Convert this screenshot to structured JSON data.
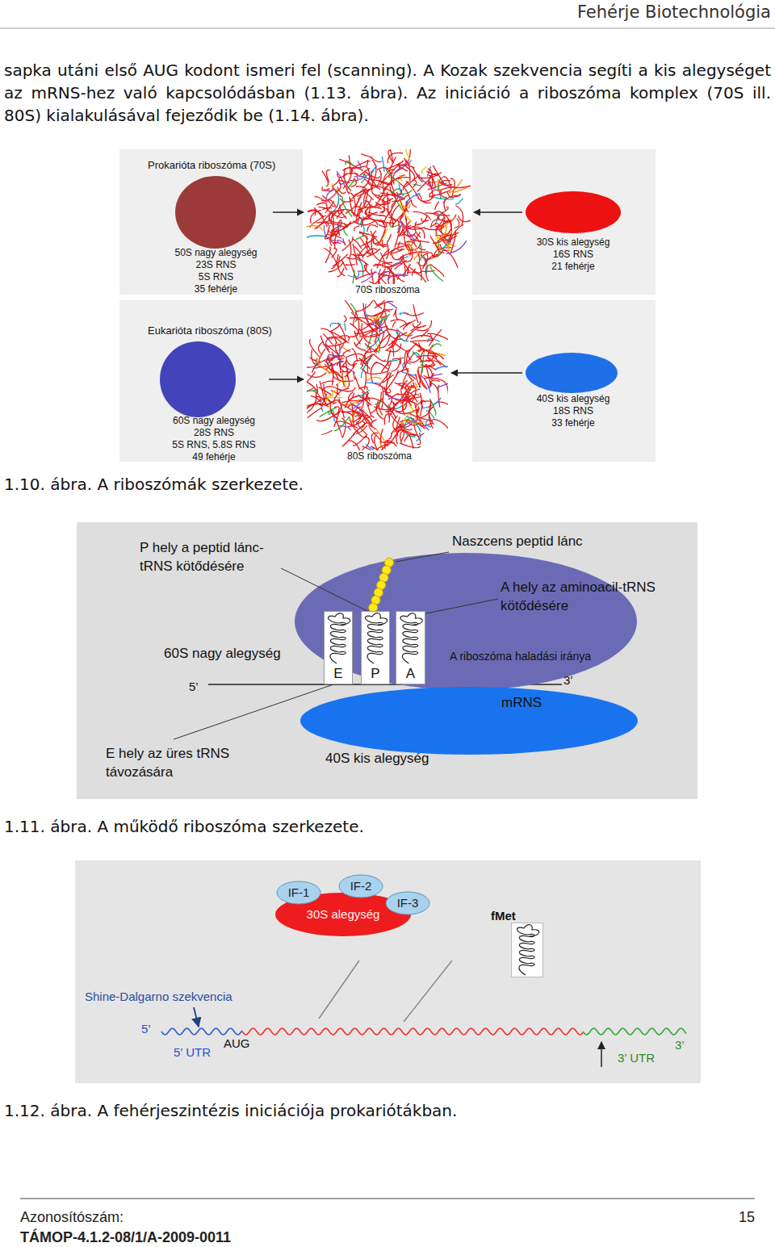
{
  "diagram": {
    "nodes": [
      {
        "text": [
          "50S nagy alegység",
          "23S RNS",
          "5S RNS",
          "35 fehérje"
        ]
      },
      {
        "text": [
          "70S riboszóma"
        ]
      },
      {
        "text": [
          "30S kis alegység",
          "16S RNS",
          "21 fehérje"
        ]
      },
      {
        "text": [
          "60S nagy alegység",
          "28S RNS",
          "5S RNS, 5.8S RNS",
          "49 fehérje"
        ]
      },
      {
        "text": [
          "80S riboszóma"
        ]
      },
      {
        "text": [
          "40S kis alegység",
          "18S RNS",
          "33 fehérje"
        ]
      },
      {
        "text": [
          "60S nagy alegység"
        ]
      },
      {
        "text": [
          "E"
        ],
        "in": 6
      },
      {
        "text": [
          "P"
        ],
        "in": 6
      },
      {
        "text": [
          "A"
        ],
        "in": 6
      },
      {
        "text": [
          "40S kis alegység"
        ]
      },
      {
        "text": [
          "30S alegység"
        ]
      },
      {
        "text": [
          "IF-1"
        ]
      },
      {
        "text": [
          "IF-2"
        ]
      },
      {
        "text": [
          "IF-3"
        ]
      },
      {
        "text": [
          "fMet"
        ]
      }
    ],
    "edges": [
      {
        "from": 0,
        "to": 1,
        "arrow": "to"
      },
      {
        "from": 2,
        "to": 1,
        "arrow": "to"
      },
      {
        "from": 3,
        "to": 4,
        "arrow": "to"
      },
      {
        "from": 5,
        "to": 4,
        "arrow": "to"
      }
    ],
    "labels": [
      "Fehérje Biotechnológia",
      "sapka utáni első AUG kodont ismeri fel (scanning). A Kozak szekvencia segíti a kis alegységet az mRNS-hez való kapcsolódásban (1.13. ábra). Az iniciáció a riboszóma komplex (70S ill. 80S) kialakulásával fejeződik be (1.14. ábra).",
      "Prokarióta riboszóma (70S)",
      "Eukarióta riboszóma (80S)",
      "1.10. ábra. A riboszómák szerkezete.",
      "P hely a peptid lánc- tRNS kötődésére",
      "Naszcens peptid lánc",
      "A hely az aminoacil-tRNS kötődésére",
      "A riboszóma haladási iránya",
      "5’",
      "3’",
      "mRNS",
      "E hely az üres tRNS távozására",
      "1.11. ábra. A működő riboszóma szerkezete.",
      "Shine-Dalgarno szekvencia",
      "5’",
      "5’ UTR",
      "AUG",
      "3’ UTR",
      "3’",
      "1.12. ábra. A fehérjeszintézis iniciációja prokariótákban.",
      "Azonosítószám:",
      "TÁMOP-4.1.2-08/1/A-2009-0011",
      "15"
    ]
  }
}
